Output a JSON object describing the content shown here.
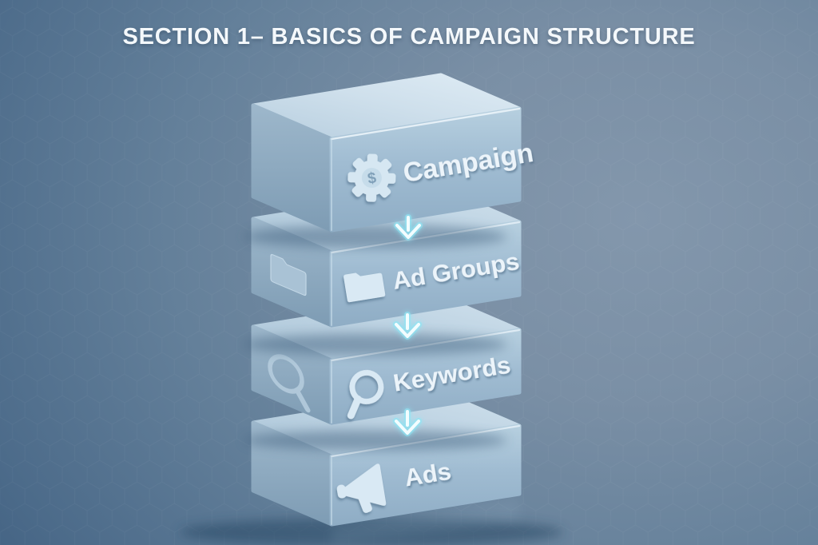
{
  "title": "SECTION 1– BASICS OF CAMPAIGN STRUCTURE",
  "diagram": {
    "description": "3D stacked blocks showing ad campaign hierarchy, connected by glowing downward arrows",
    "levels": [
      {
        "label": "Campaign",
        "icon": "gear-dollar-icon",
        "icon_glyph": "$"
      },
      {
        "label": "Ad Groups",
        "icon": "folder-icon"
      },
      {
        "label": "Keywords",
        "icon": "magnifier-icon"
      },
      {
        "label": "Ads",
        "icon": "megaphone-icon"
      }
    ],
    "connectors": [
      {
        "from": "Campaign",
        "to": "Ad Groups",
        "type": "arrow-down"
      },
      {
        "from": "Ad Groups",
        "to": "Keywords",
        "type": "arrow-down"
      },
      {
        "from": "Keywords",
        "to": "Ads",
        "type": "arrow-down"
      }
    ]
  },
  "colors": {
    "background_light": "#8397ac",
    "background_dark": "#30506e",
    "block_top": "#cfe0ec",
    "block_front": "#9fbbd1",
    "block_side": "#8aa6bc",
    "icon_fill": "#d9e9f4",
    "label_text": "#ecf4fa",
    "arrow_core": "#f2fdff",
    "arrow_glow": "#8fe6f5",
    "title_text": "#f4f8fb"
  }
}
